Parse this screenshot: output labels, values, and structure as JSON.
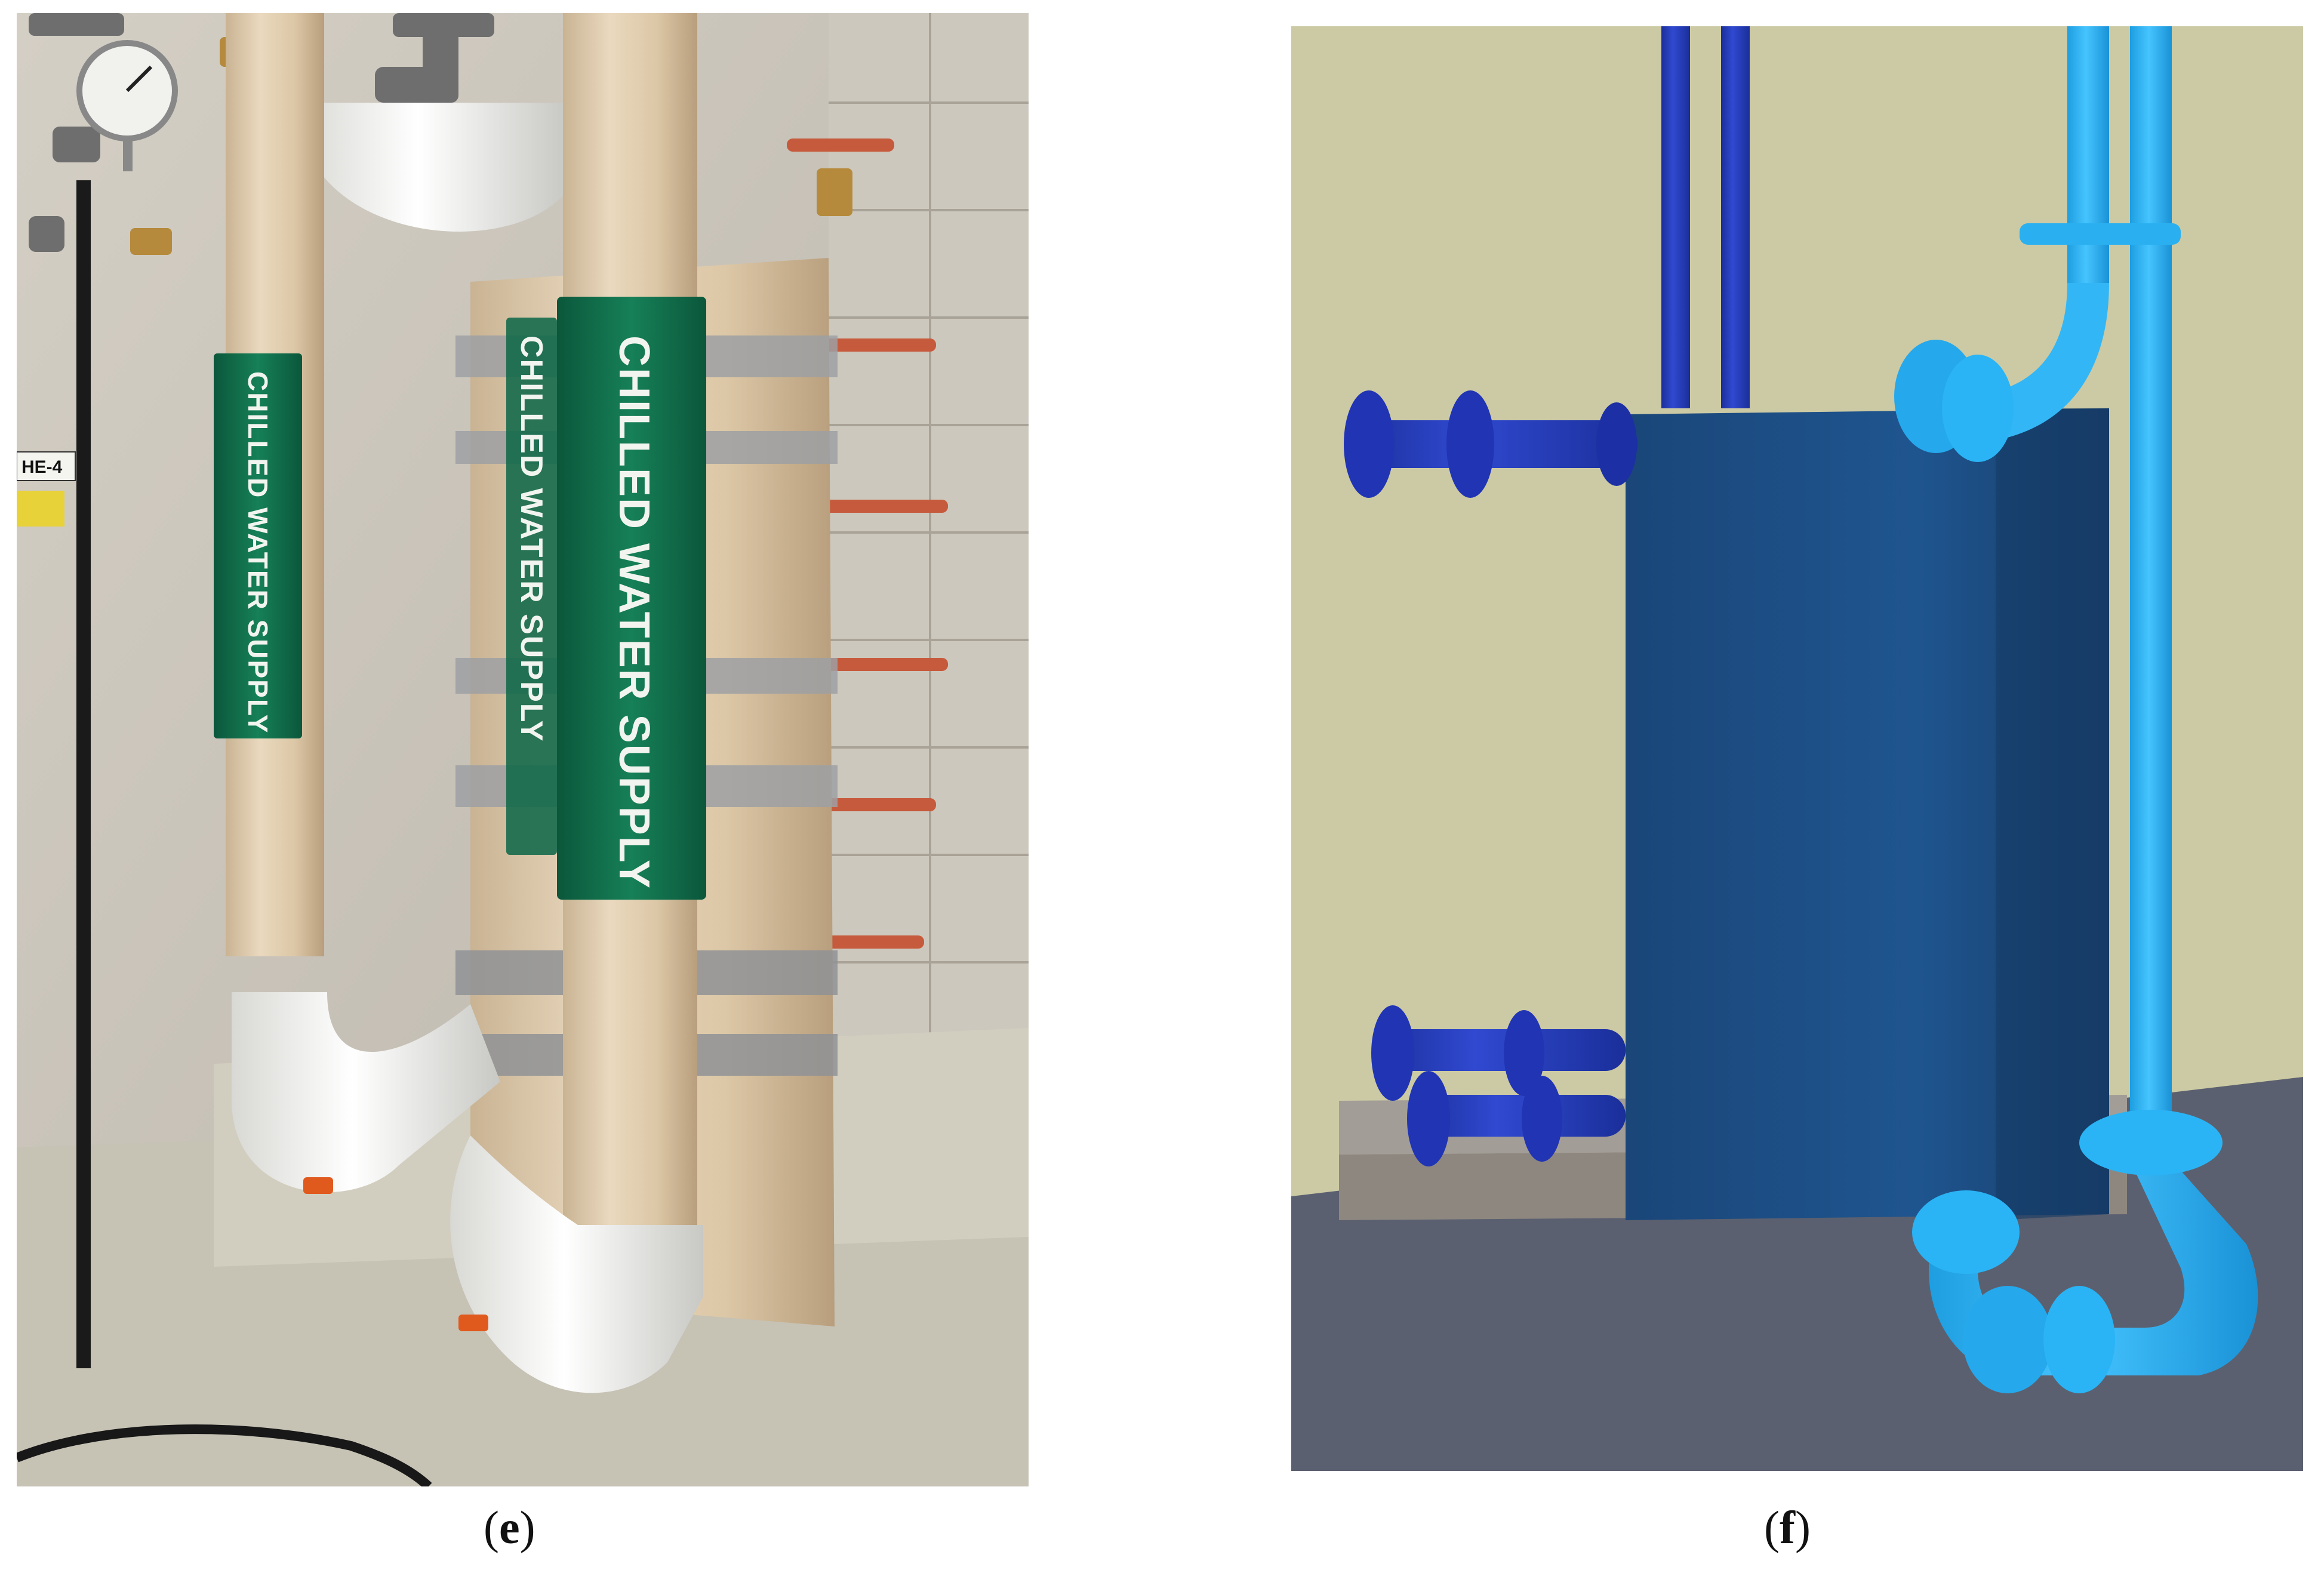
{
  "panels": [
    {
      "id": "e",
      "caption_letter": "e",
      "kind": "photograph of chilled water piping and plate heat exchanger"
    },
    {
      "id": "f",
      "caption_letter": "f",
      "kind": "3D model render of the same piping and heat exchanger"
    }
  ],
  "photo_labels": {
    "left_pipe_label": "CHILLED WATER SUPPLY",
    "right_pipe_label": "CHILLED WATER SUPPLY",
    "rear_pipe_label": "CHILLED WATER SUPPLY",
    "equipment_tag": "HE-4"
  },
  "colors": {
    "wall": "#c9c3b8",
    "pipe_insulation": "#dccbb0",
    "pvc_elbow": "#f4f4f2",
    "label_green": "#0f6a4a",
    "model_background": "#cccaa4",
    "model_floor": "#5b6070",
    "model_exchanger": "#1d4f86",
    "model_pipe_dark": "#1f3cb0",
    "model_pipe_light": "#27b0f0"
  }
}
